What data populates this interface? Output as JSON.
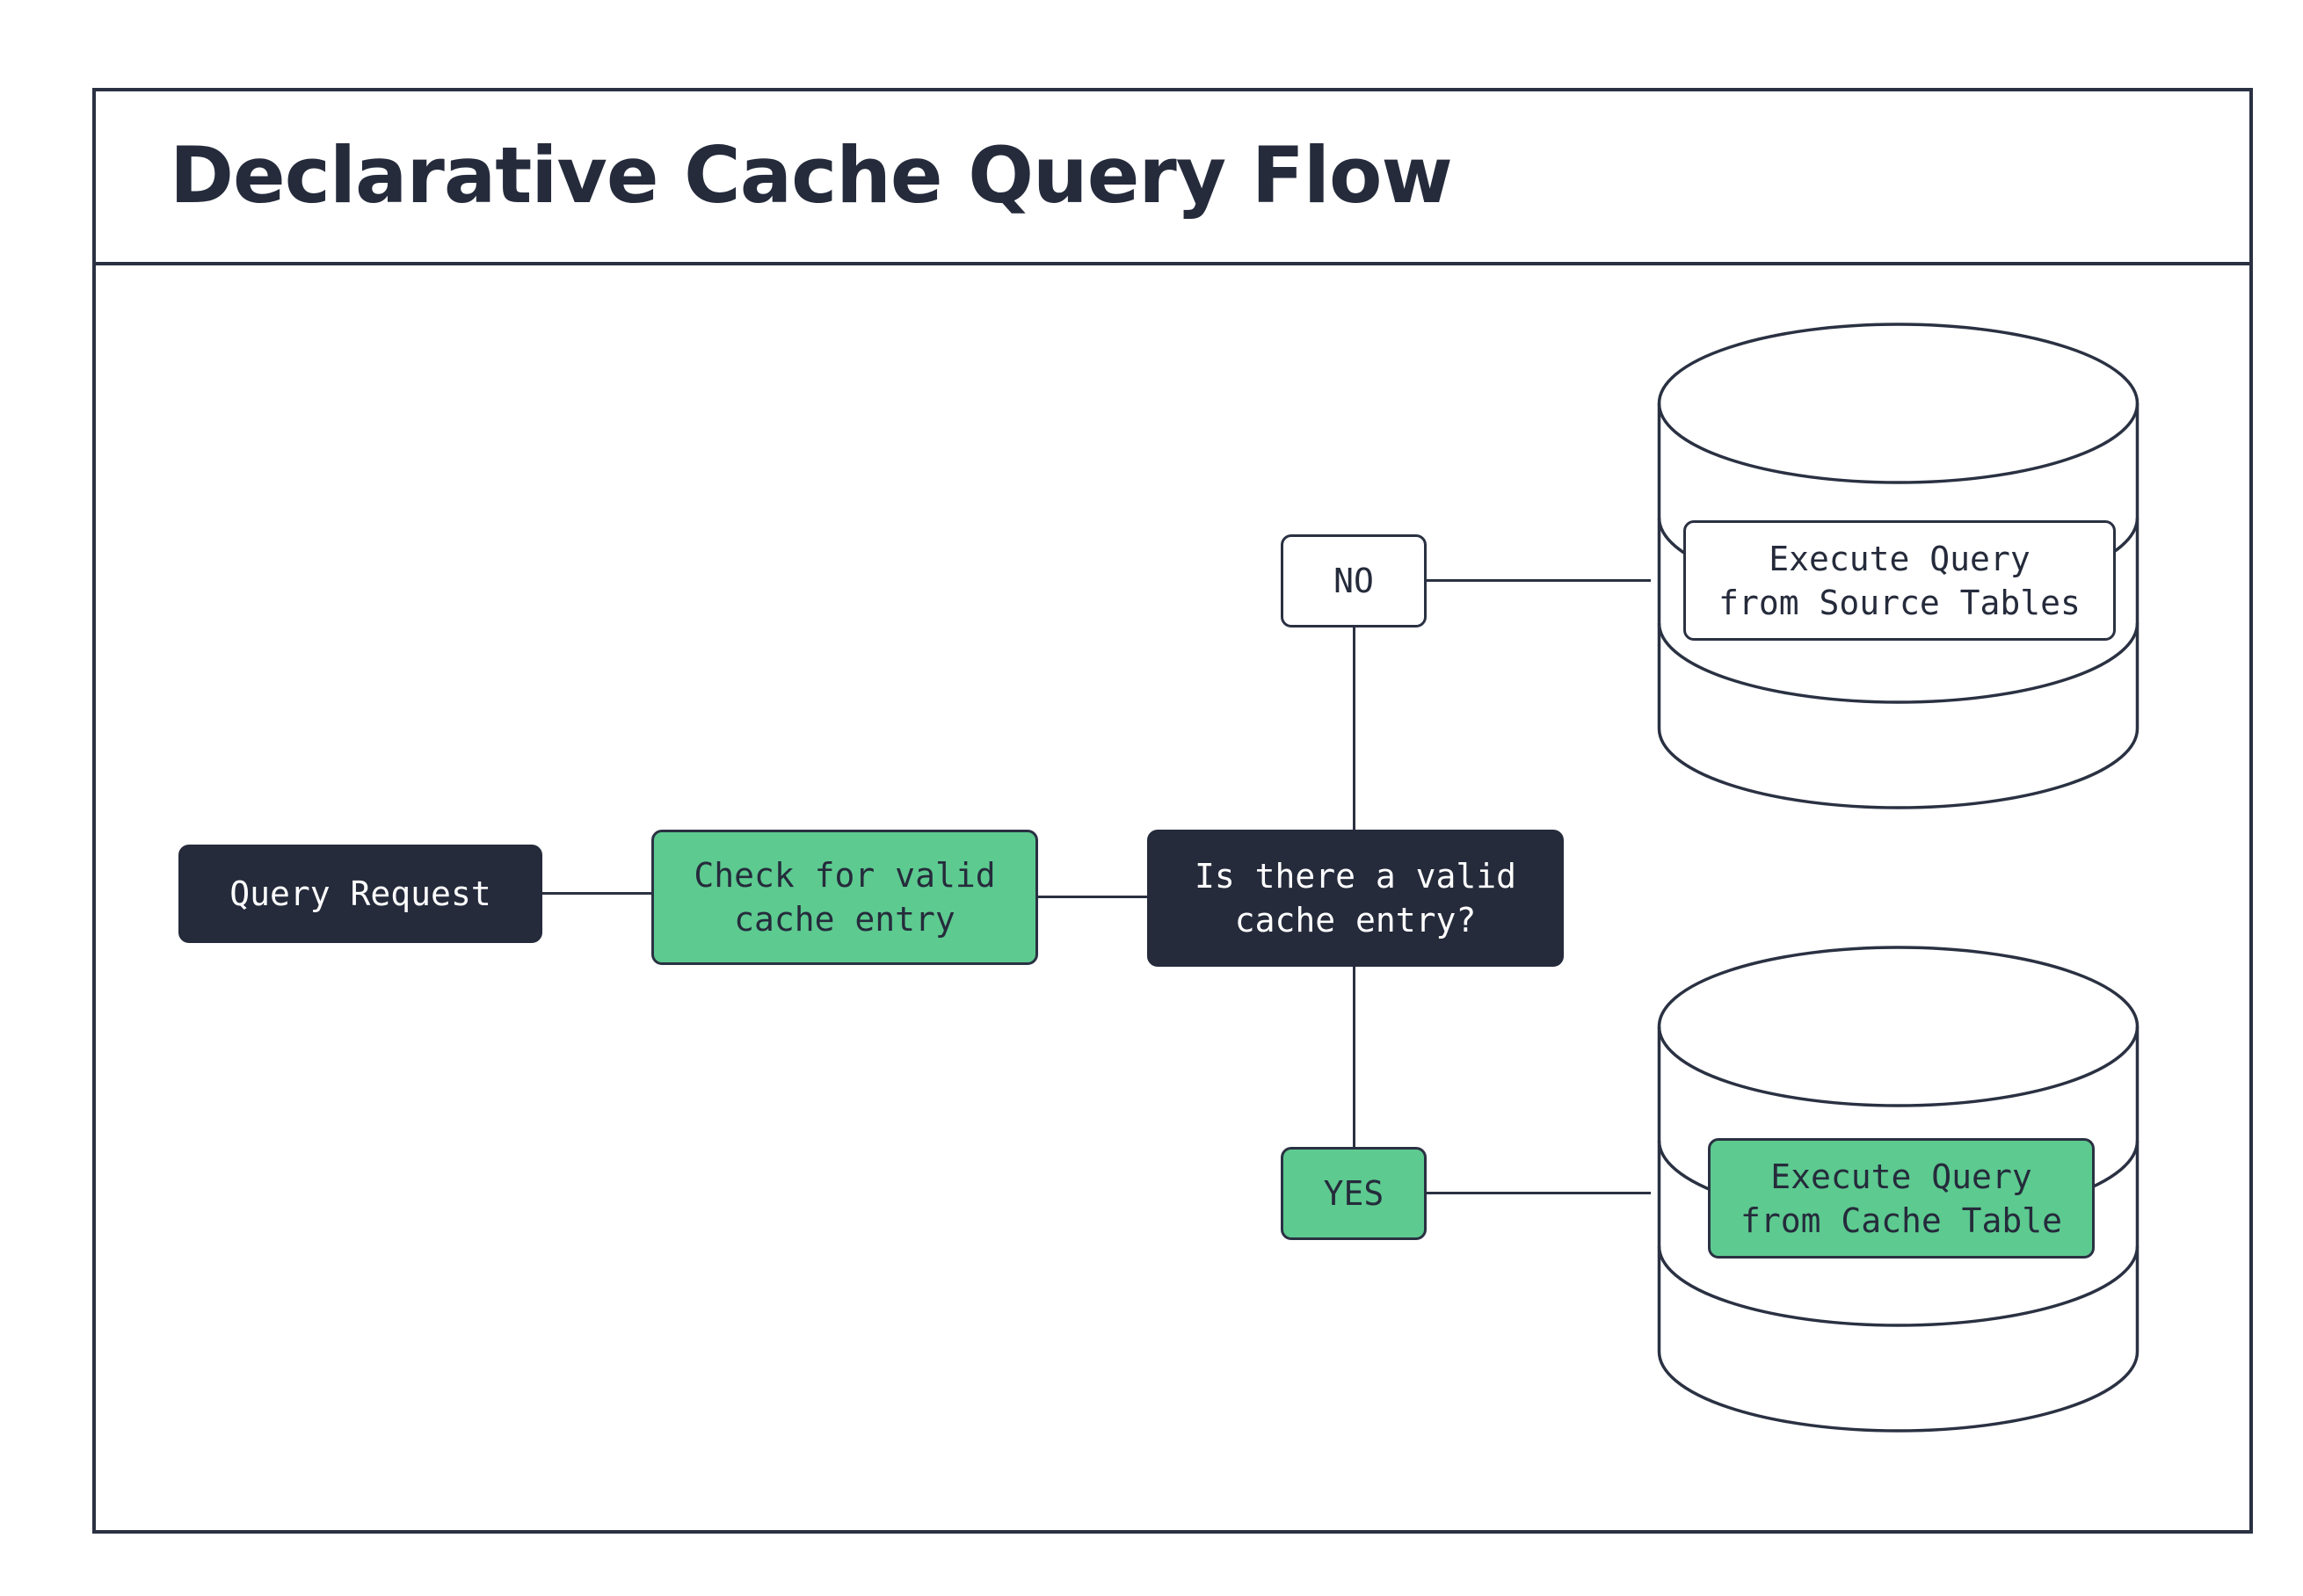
{
  "header": {
    "title": "Declarative Cache Query Flow"
  },
  "colors": {
    "dark": "#252b3b",
    "green": "#5dca90",
    "stroke": "#2a3142",
    "bg": "#ffffff"
  },
  "nodes": {
    "query_request": {
      "label": "Query Request"
    },
    "check_cache": {
      "line1": "Check for valid",
      "line2": "cache entry"
    },
    "decision": {
      "line1": "Is there a valid",
      "line2": "cache entry?"
    },
    "no_branch": {
      "label": "NO"
    },
    "yes_branch": {
      "label": "YES"
    },
    "source_db": {
      "line1": "Execute Query",
      "line2": "from Source Tables"
    },
    "cache_db": {
      "line1": "Execute Query",
      "line2": "from Cache Table"
    }
  }
}
